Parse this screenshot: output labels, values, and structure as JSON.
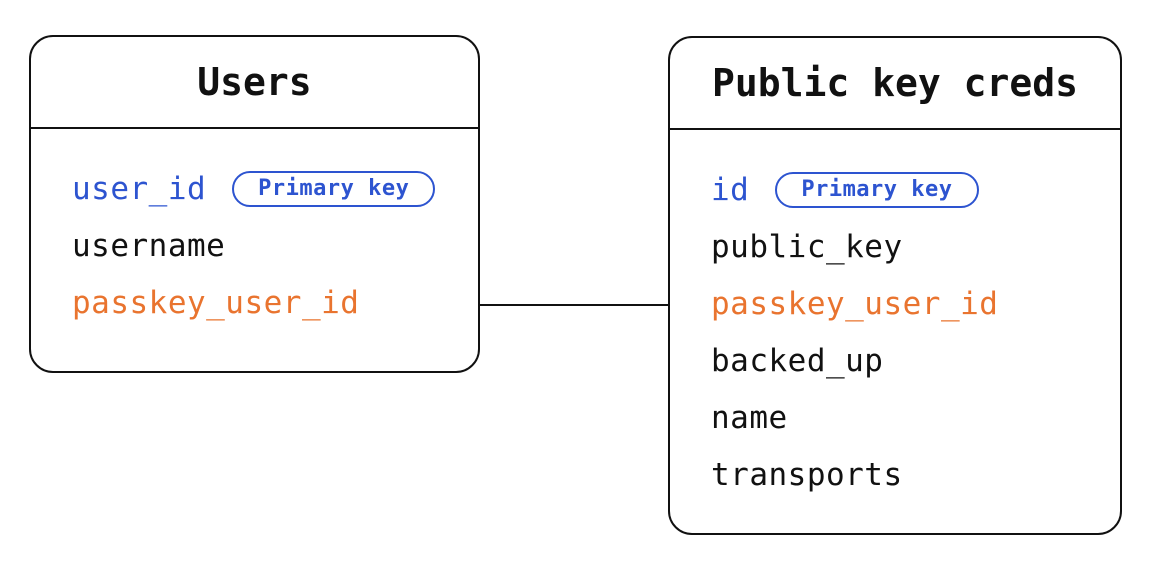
{
  "diagram": {
    "colors": {
      "primary_key_blue": "#2d54d0",
      "linked_field_orange": "#e9742f",
      "text_black": "#111111",
      "border_black": "#111111",
      "background": "#ffffff"
    },
    "relationship": {
      "from": "Users.passkey_user_id",
      "to": "Public key creds.passkey_user_id"
    },
    "tables": [
      {
        "title": "Users",
        "fields": [
          {
            "name": "user_id",
            "color": "#2d54d0",
            "badge": "Primary key"
          },
          {
            "name": "username",
            "color": "#111111"
          },
          {
            "name": "passkey_user_id",
            "color": "#e9742f"
          }
        ]
      },
      {
        "title": "Public key creds",
        "fields": [
          {
            "name": "id",
            "color": "#2d54d0",
            "badge": "Primary key"
          },
          {
            "name": "public_key",
            "color": "#111111"
          },
          {
            "name": "passkey_user_id",
            "color": "#e9742f"
          },
          {
            "name": "backed_up",
            "color": "#111111"
          },
          {
            "name": "name",
            "color": "#111111"
          },
          {
            "name": "transports",
            "color": "#111111"
          }
        ]
      }
    ]
  }
}
